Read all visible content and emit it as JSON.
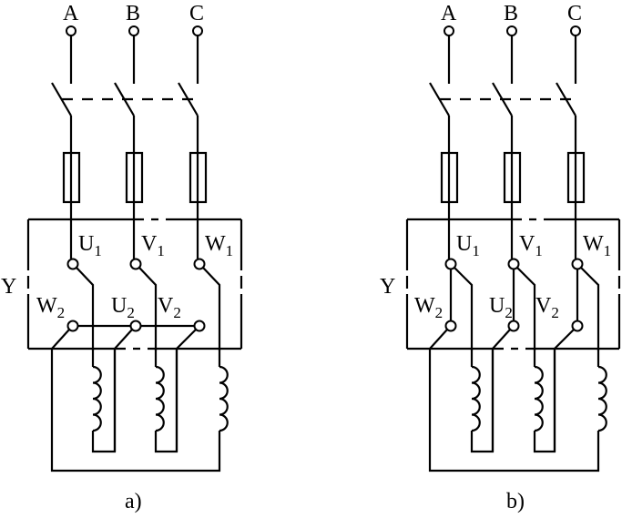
{
  "figure": {
    "panels": [
      {
        "id": "a",
        "caption": "a)",
        "connection_label": "Y",
        "supply_labels": [
          "A",
          "B",
          "C"
        ],
        "upper_terminals": [
          {
            "letter": "U",
            "index": "1"
          },
          {
            "letter": "V",
            "index": "1"
          },
          {
            "letter": "W",
            "index": "1"
          }
        ],
        "lower_terminals": [
          {
            "letter": "W",
            "index": "2"
          },
          {
            "letter": "U",
            "index": "2"
          },
          {
            "letter": "V",
            "index": "2"
          }
        ],
        "lower_terminals_bridged": true
      },
      {
        "id": "b",
        "caption": "b)",
        "connection_label": "Y",
        "supply_labels": [
          "A",
          "B",
          "C"
        ],
        "upper_terminals": [
          {
            "letter": "U",
            "index": "1"
          },
          {
            "letter": "V",
            "index": "1"
          },
          {
            "letter": "W",
            "index": "1"
          }
        ],
        "lower_terminals": [
          {
            "letter": "W",
            "index": "2"
          },
          {
            "letter": "U",
            "index": "2"
          },
          {
            "letter": "V",
            "index": "2"
          }
        ],
        "lower_terminals_bridged": false
      }
    ],
    "components": {
      "switch": "three-pole knife switch (ganged, dashed linkage)",
      "fuse": "fuse",
      "coil": "motor winding",
      "terminal": "terminal"
    }
  }
}
